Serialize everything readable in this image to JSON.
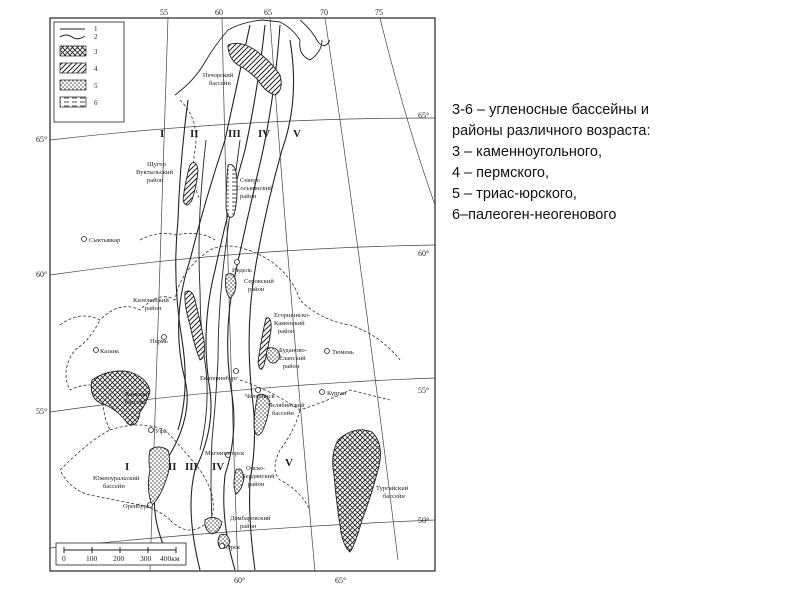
{
  "caption": {
    "lines": [
      "3-6 – угленосные бассейны и",
      "районы различного возраста:",
      "3 – каменноугольного,",
      "4 – пермского,",
      "5 – триас-юрского,",
      "6–палеоген-неогенового"
    ]
  },
  "map": {
    "top_degrees": [
      "55",
      "60",
      "65",
      "70",
      "75"
    ],
    "bottom_degrees": [
      "60°",
      "65°"
    ],
    "left_lat": [
      "65°",
      "60°",
      "55°"
    ],
    "right_lat": [
      "65°",
      "60°",
      "55°",
      "50°"
    ],
    "legend": [
      "1",
      "2",
      "3",
      "4",
      "5",
      "6"
    ],
    "zones_upper": [
      "I",
      "II",
      "III",
      "IV",
      "V"
    ],
    "zones_lower": [
      "I",
      "II",
      "III",
      "IV",
      "V"
    ],
    "scale": [
      "0",
      "100",
      "200",
      "300",
      "400км"
    ],
    "places": {
      "pechora": [
        "Печорский",
        "бассейн"
      ],
      "vuktyl": [
        "Щугор",
        "Вуктыльский",
        "район"
      ],
      "north_sosva": [
        "Северо",
        "Сосьвинский",
        "район"
      ],
      "syktyvkar": "Сыктывкар",
      "ivdel": "Ивдель",
      "serov": [
        "Серовский",
        "район"
      ],
      "kizel": [
        "Кизеловский",
        "район"
      ],
      "perm": "Пермь",
      "egorshino": [
        "Егоршинско-",
        "Каменский",
        "район"
      ],
      "budaneh": [
        "Буданово-",
        "Еланский",
        "район"
      ],
      "tyumen": "Тюмень",
      "ekaterinburg": "Екатеринбург",
      "kazan": "Казань",
      "kama": [
        "Камский",
        "бассейн"
      ],
      "chelyabinsk": [
        "Челябинский",
        "бассейн"
      ],
      "chelyabinsk_city": "Челябинск",
      "kurgan": "Курган",
      "ufa": "Уфа",
      "south_ural": [
        "Южноуральский",
        "бассейн"
      ],
      "magnitogorsk": "Магнитогорск",
      "orsk_zone": [
        "Орско-",
        "Бердянский",
        "район"
      ],
      "orenburg": "Оренбург",
      "dombarovsky": [
        "Домбаровский",
        "район"
      ],
      "orsk": "Орск",
      "turgay": [
        "Тургайский",
        "бассейн"
      ]
    }
  }
}
